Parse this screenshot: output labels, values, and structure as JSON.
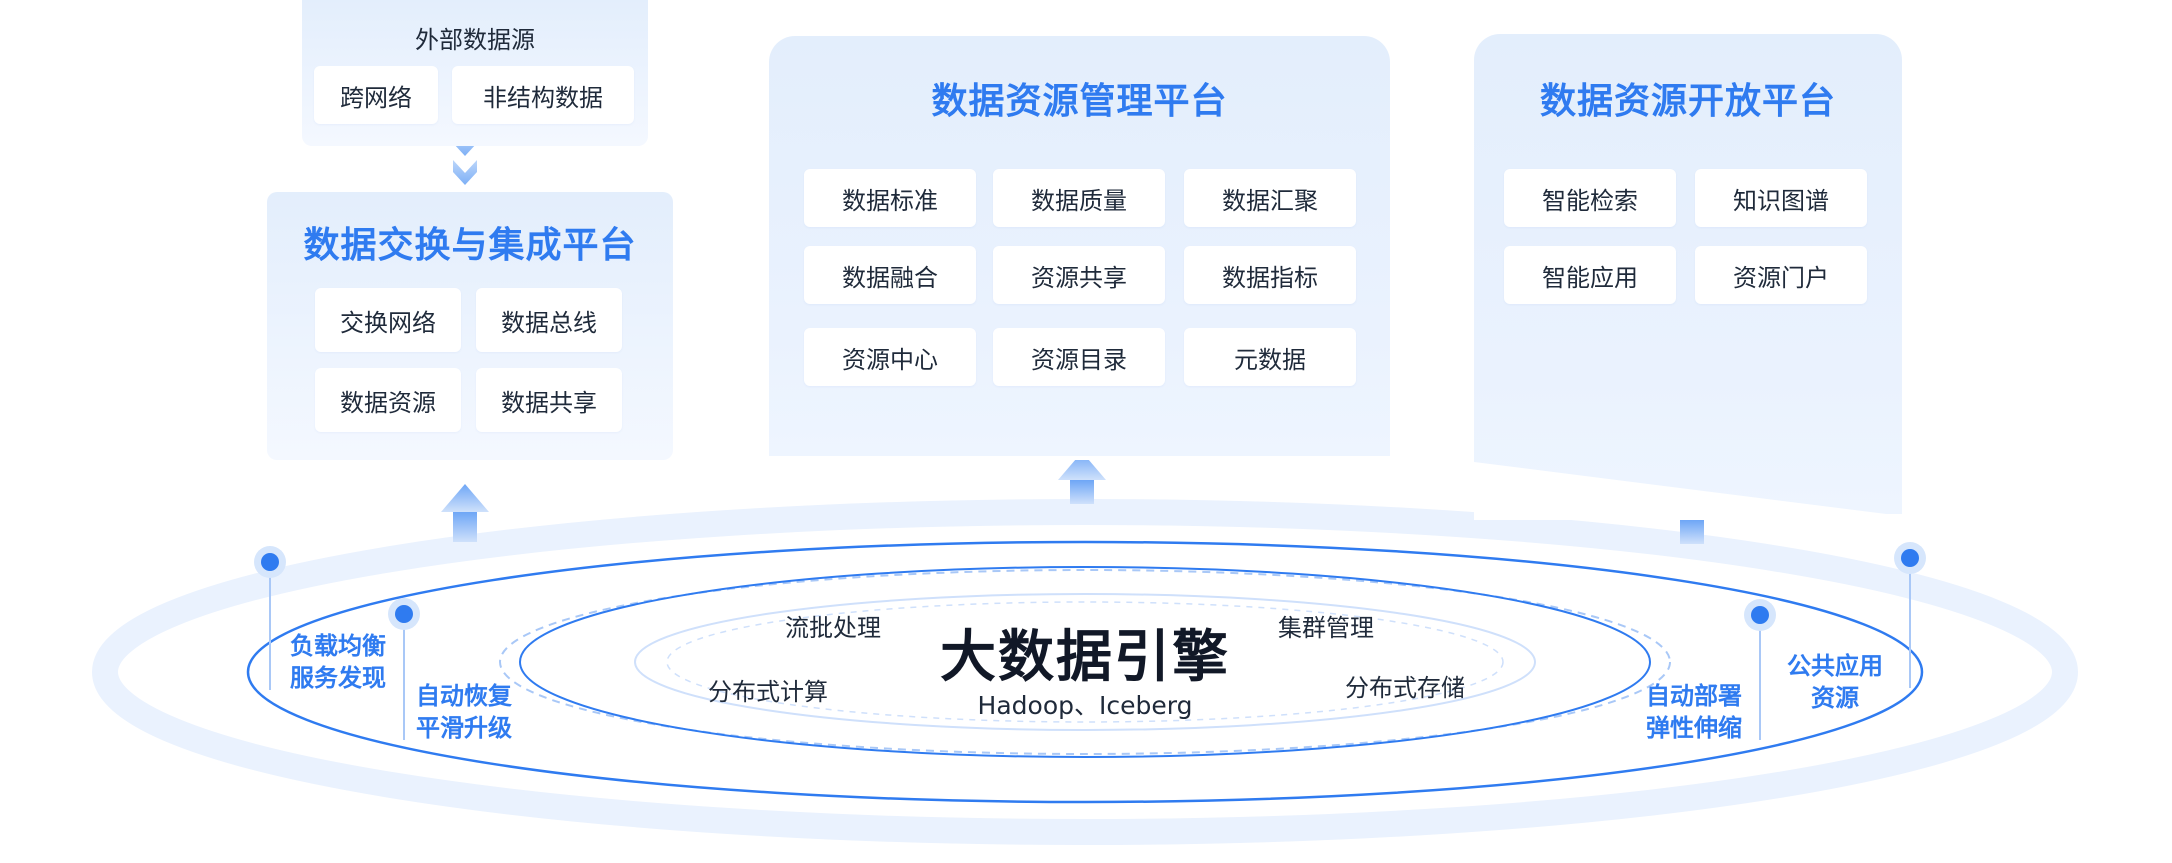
{
  "external": {
    "title": "外部数据源",
    "items": [
      "跨网络",
      "非结构数据"
    ]
  },
  "exchange": {
    "title": "数据交换与集成平台",
    "items": [
      "交换网络",
      "数据总线",
      "数据资源",
      "数据共享"
    ]
  },
  "management": {
    "title": "数据资源管理平台",
    "items": [
      "数据标准",
      "数据质量",
      "数据汇聚",
      "数据融合",
      "资源共享",
      "数据指标",
      "资源中心",
      "资源目录",
      "元数据"
    ]
  },
  "open": {
    "title": "数据资源开放平台",
    "items": [
      "智能检索",
      "知识图谱",
      "智能应用",
      "资源门户"
    ]
  },
  "engine": {
    "title": "大数据引擎",
    "subtitle": "Hadoop、Iceberg",
    "ring_labels": [
      "流批处理",
      "集群管理",
      "分布式计算",
      "分布式存储"
    ]
  },
  "side_labels": {
    "left_outer": [
      "负载均衡",
      "服务发现"
    ],
    "left_inner": [
      "自动恢复",
      "平滑升级"
    ],
    "right_inner": [
      "自动部署",
      "弹性伸缩"
    ],
    "right_outer": [
      "公共应用",
      "资源"
    ]
  },
  "colors": {
    "accent": "#2f7bf0",
    "panel": "#e6f0fd",
    "ring": "#2f7bf0",
    "ring_soft": "#eaf2fe"
  }
}
